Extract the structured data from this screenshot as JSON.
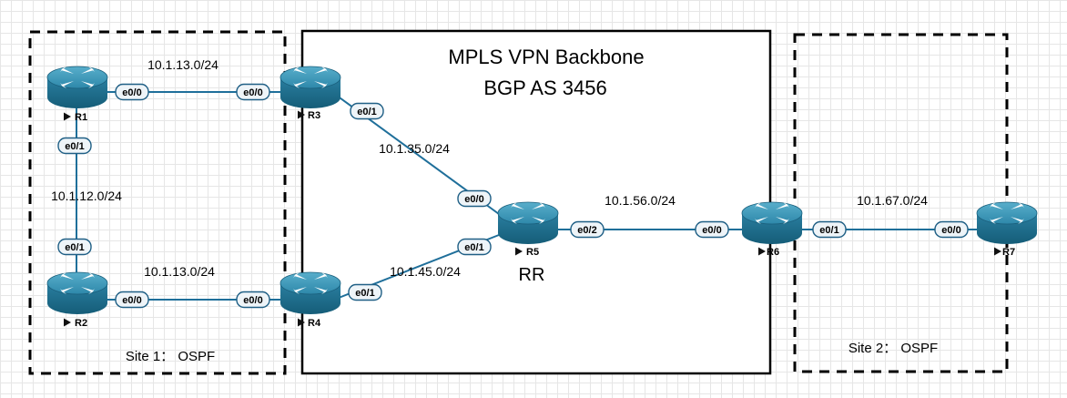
{
  "backbone": {
    "title": "MPLS VPN Backbone",
    "subtitle": "BGP AS 3456"
  },
  "site1": {
    "label": "Site 1：  OSPF"
  },
  "site2": {
    "label": "Site 2：  OSPF"
  },
  "rr_label": "RR",
  "routers": {
    "r1": "R1",
    "r2": "R2",
    "r3": "R3",
    "r4": "R4",
    "r5": "R5",
    "r6": "R6",
    "r7": "R7"
  },
  "subnets": {
    "r1_r3": "10.1.13.0/24",
    "r1_r2": "10.1.12.0/24",
    "r2_r4": "10.1.13.0/24",
    "r3_r5": "10.1.35.0/24",
    "r4_r5": "10.1.45.0/24",
    "r5_r6": "10.1.56.0/24",
    "r6_r7": "10.1.67.0/24"
  },
  "interfaces": {
    "r1_e00": "e0/0",
    "r1_e01": "e0/1",
    "r2_e01": "e0/1",
    "r2_e00": "e0/0",
    "r3_e00": "e0/0",
    "r3_e01": "e0/1",
    "r4_e00": "e0/0",
    "r4_e01": "e0/1",
    "r5_e00": "e0/0",
    "r5_e01": "e0/1",
    "r5_e02": "e0/2",
    "r6_e00": "e0/0",
    "r6_e01": "e0/1",
    "r7_e00": "e0/0"
  },
  "colors": {
    "router_body": "#1d6e8f",
    "router_top": "#3c97b7",
    "link": "#1f6f9a"
  }
}
